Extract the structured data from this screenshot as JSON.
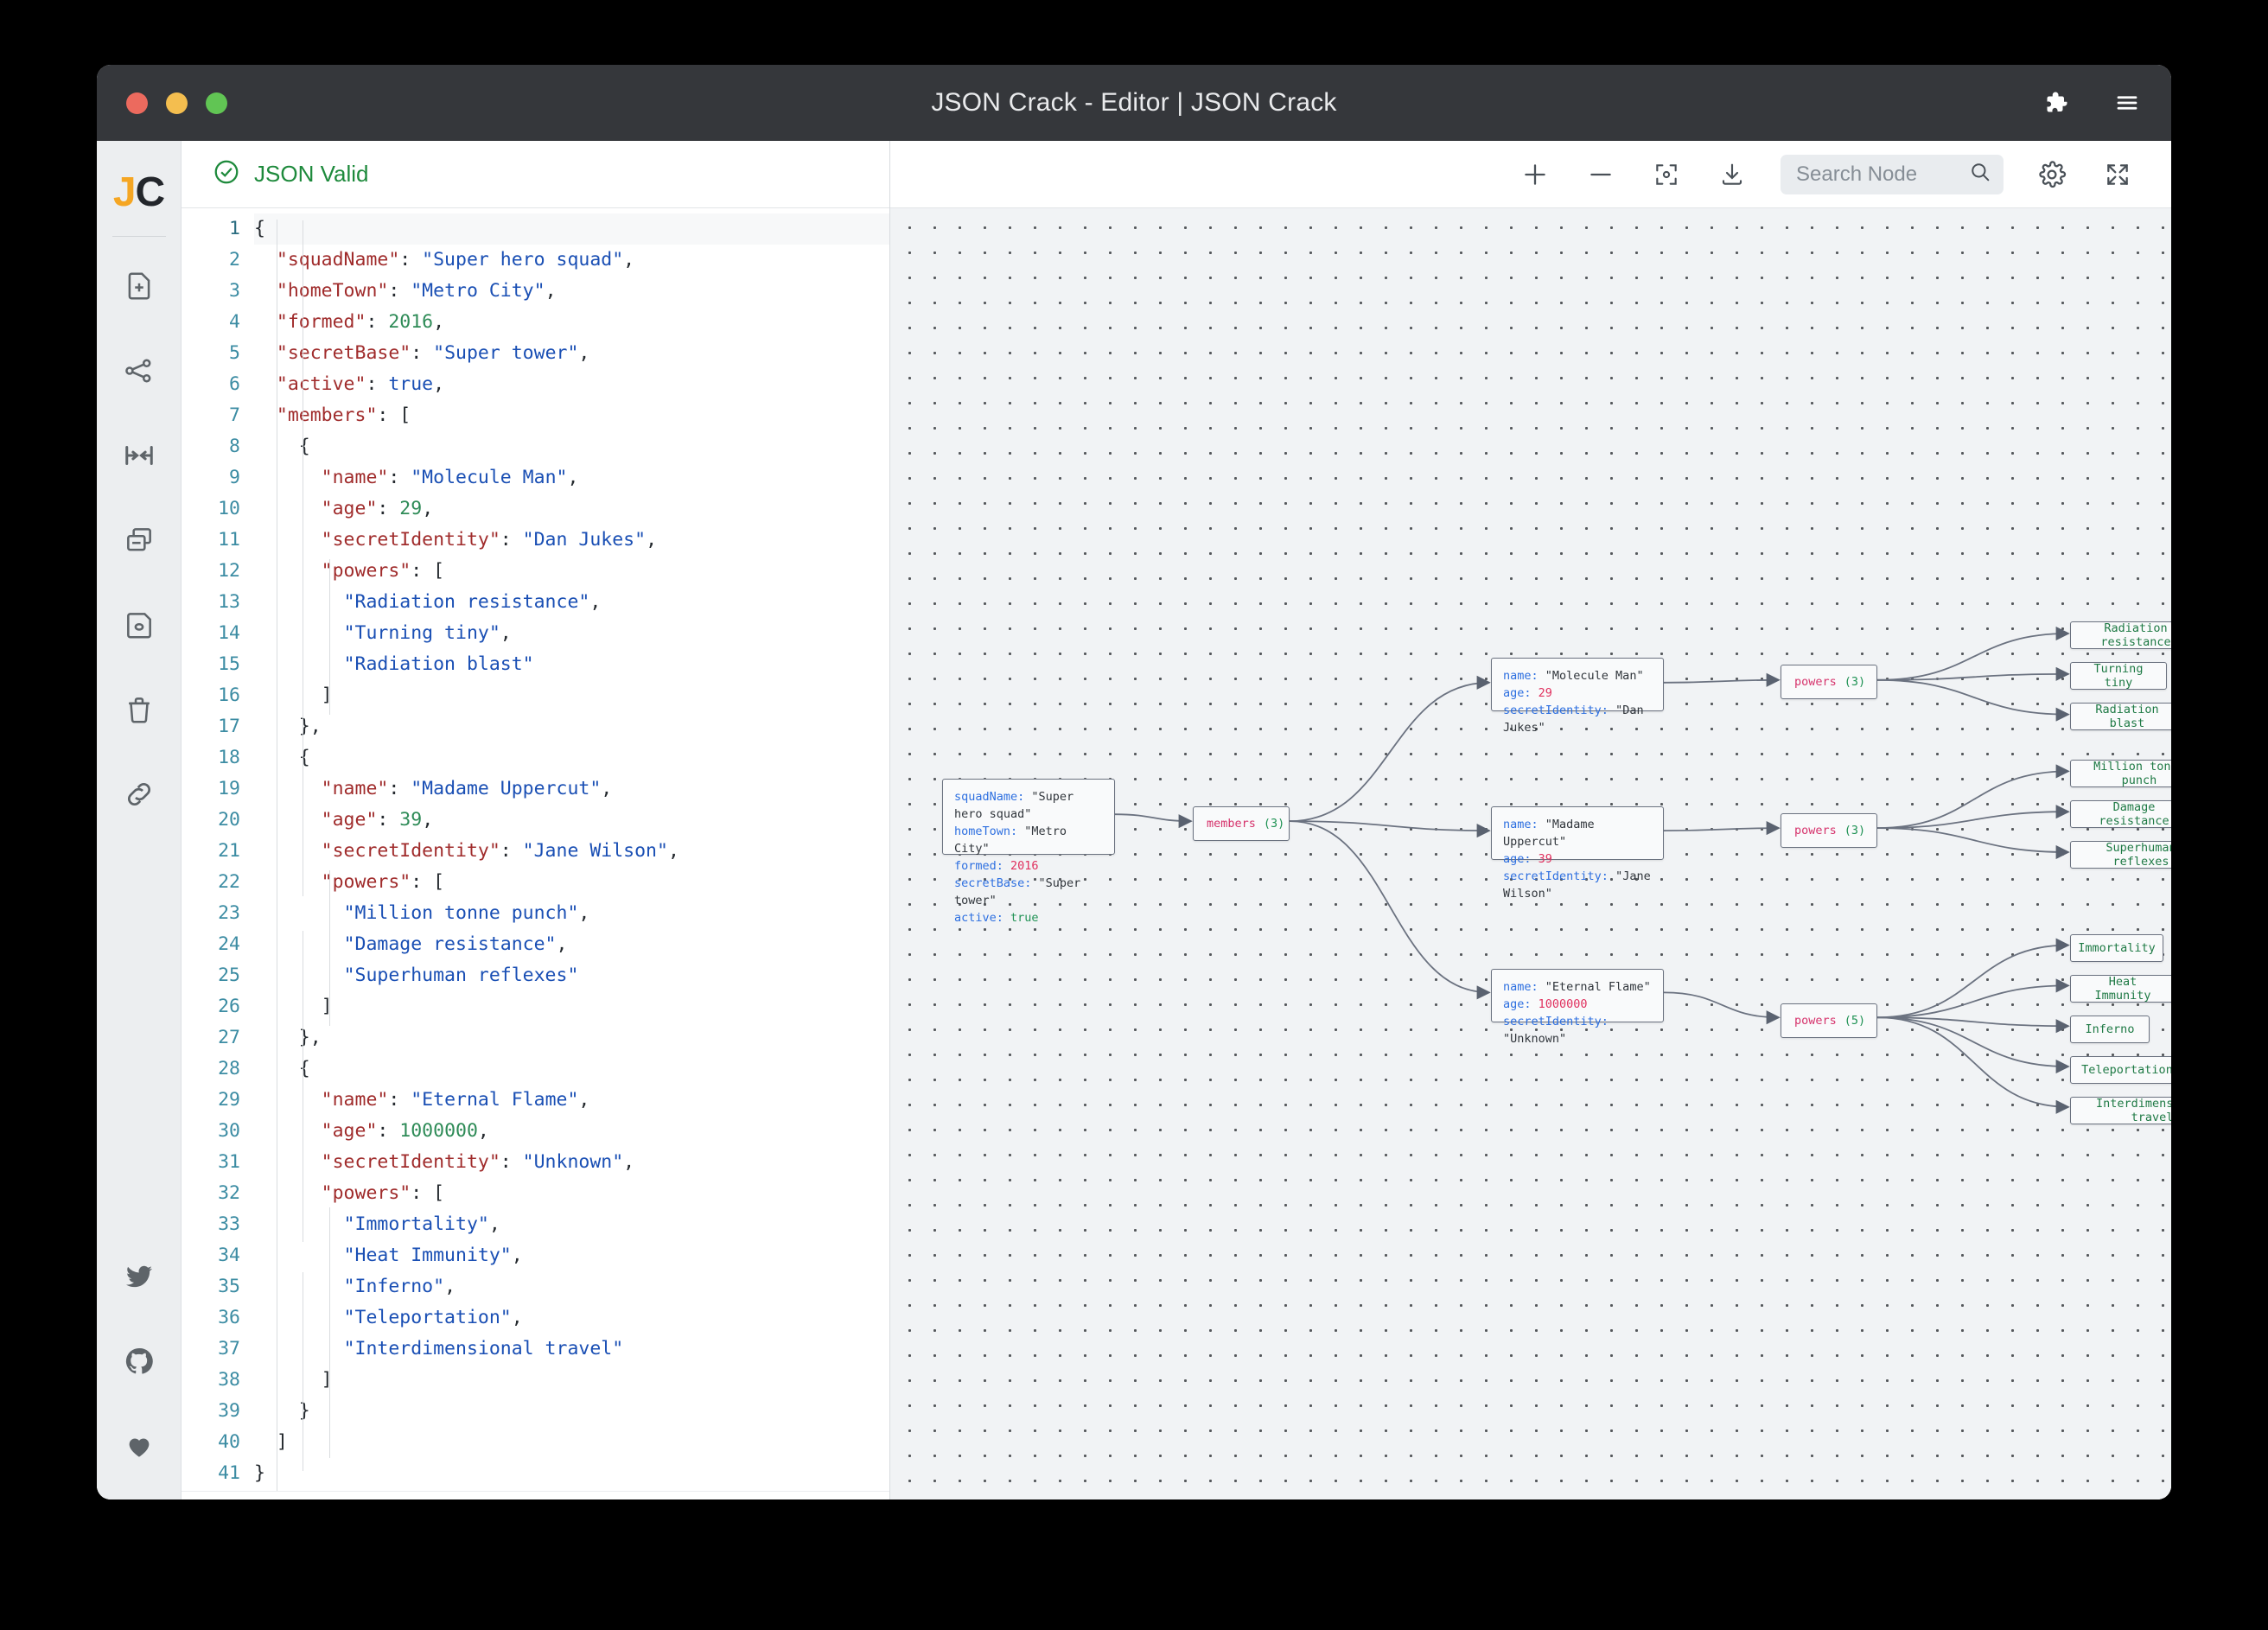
{
  "window": {
    "title": "JSON Crack - Editor | JSON Crack",
    "traffic": {
      "close": "close",
      "minimize": "minimize",
      "zoom": "zoom"
    },
    "extensions_label": "Extensions",
    "menu_label": "Menu"
  },
  "sidebar": {
    "logo": {
      "first": "J",
      "second": "C"
    },
    "items": [
      {
        "name": "new-document",
        "label": "New Document"
      },
      {
        "name": "share-graph",
        "label": "Share"
      },
      {
        "name": "collapse-expand",
        "label": "Collapse / Expand"
      },
      {
        "name": "duplicate-window",
        "label": "Duplicate"
      },
      {
        "name": "save-file",
        "label": "Save"
      },
      {
        "name": "delete-file",
        "label": "Delete"
      },
      {
        "name": "copy-link",
        "label": "Copy Link"
      }
    ],
    "social": [
      {
        "name": "twitter",
        "label": "Twitter"
      },
      {
        "name": "github",
        "label": "GitHub"
      },
      {
        "name": "sponsor",
        "label": "Sponsor"
      }
    ]
  },
  "editor": {
    "status": "JSON Valid",
    "status_icon": "check-circle-icon",
    "status_color": "#1e8a3c",
    "active_line": 1,
    "lines": [
      {
        "num": 1,
        "indent": 0,
        "tokens": [
          {
            "t": "p",
            "v": "{"
          }
        ]
      },
      {
        "num": 2,
        "indent": 1,
        "tokens": [
          {
            "t": "k",
            "v": "\"squadName\""
          },
          {
            "t": "p",
            "v": ": "
          },
          {
            "t": "s",
            "v": "\"Super hero squad\""
          },
          {
            "t": "p",
            "v": ","
          }
        ]
      },
      {
        "num": 3,
        "indent": 1,
        "tokens": [
          {
            "t": "k",
            "v": "\"homeTown\""
          },
          {
            "t": "p",
            "v": ": "
          },
          {
            "t": "s",
            "v": "\"Metro City\""
          },
          {
            "t": "p",
            "v": ","
          }
        ]
      },
      {
        "num": 4,
        "indent": 1,
        "tokens": [
          {
            "t": "k",
            "v": "\"formed\""
          },
          {
            "t": "p",
            "v": ": "
          },
          {
            "t": "n",
            "v": "2016"
          },
          {
            "t": "p",
            "v": ","
          }
        ]
      },
      {
        "num": 5,
        "indent": 1,
        "tokens": [
          {
            "t": "k",
            "v": "\"secretBase\""
          },
          {
            "t": "p",
            "v": ": "
          },
          {
            "t": "s",
            "v": "\"Super tower\""
          },
          {
            "t": "p",
            "v": ","
          }
        ]
      },
      {
        "num": 6,
        "indent": 1,
        "tokens": [
          {
            "t": "k",
            "v": "\"active\""
          },
          {
            "t": "p",
            "v": ": "
          },
          {
            "t": "b",
            "v": "true"
          },
          {
            "t": "p",
            "v": ","
          }
        ]
      },
      {
        "num": 7,
        "indent": 1,
        "tokens": [
          {
            "t": "k",
            "v": "\"members\""
          },
          {
            "t": "p",
            "v": ": ["
          }
        ]
      },
      {
        "num": 8,
        "indent": 2,
        "tokens": [
          {
            "t": "p",
            "v": "{"
          }
        ]
      },
      {
        "num": 9,
        "indent": 3,
        "tokens": [
          {
            "t": "k",
            "v": "\"name\""
          },
          {
            "t": "p",
            "v": ": "
          },
          {
            "t": "s",
            "v": "\"Molecule Man\""
          },
          {
            "t": "p",
            "v": ","
          }
        ]
      },
      {
        "num": 10,
        "indent": 3,
        "tokens": [
          {
            "t": "k",
            "v": "\"age\""
          },
          {
            "t": "p",
            "v": ": "
          },
          {
            "t": "n",
            "v": "29"
          },
          {
            "t": "p",
            "v": ","
          }
        ]
      },
      {
        "num": 11,
        "indent": 3,
        "tokens": [
          {
            "t": "k",
            "v": "\"secretIdentity\""
          },
          {
            "t": "p",
            "v": ": "
          },
          {
            "t": "s",
            "v": "\"Dan Jukes\""
          },
          {
            "t": "p",
            "v": ","
          }
        ]
      },
      {
        "num": 12,
        "indent": 3,
        "tokens": [
          {
            "t": "k",
            "v": "\"powers\""
          },
          {
            "t": "p",
            "v": ": ["
          }
        ]
      },
      {
        "num": 13,
        "indent": 4,
        "tokens": [
          {
            "t": "s",
            "v": "\"Radiation resistance\""
          },
          {
            "t": "p",
            "v": ","
          }
        ]
      },
      {
        "num": 14,
        "indent": 4,
        "tokens": [
          {
            "t": "s",
            "v": "\"Turning tiny\""
          },
          {
            "t": "p",
            "v": ","
          }
        ]
      },
      {
        "num": 15,
        "indent": 4,
        "tokens": [
          {
            "t": "s",
            "v": "\"Radiation blast\""
          }
        ]
      },
      {
        "num": 16,
        "indent": 3,
        "tokens": [
          {
            "t": "p",
            "v": "]"
          }
        ]
      },
      {
        "num": 17,
        "indent": 2,
        "tokens": [
          {
            "t": "p",
            "v": "},"
          }
        ]
      },
      {
        "num": 18,
        "indent": 2,
        "tokens": [
          {
            "t": "p",
            "v": "{"
          }
        ]
      },
      {
        "num": 19,
        "indent": 3,
        "tokens": [
          {
            "t": "k",
            "v": "\"name\""
          },
          {
            "t": "p",
            "v": ": "
          },
          {
            "t": "s",
            "v": "\"Madame Uppercut\""
          },
          {
            "t": "p",
            "v": ","
          }
        ]
      },
      {
        "num": 20,
        "indent": 3,
        "tokens": [
          {
            "t": "k",
            "v": "\"age\""
          },
          {
            "t": "p",
            "v": ": "
          },
          {
            "t": "n",
            "v": "39"
          },
          {
            "t": "p",
            "v": ","
          }
        ]
      },
      {
        "num": 21,
        "indent": 3,
        "tokens": [
          {
            "t": "k",
            "v": "\"secretIdentity\""
          },
          {
            "t": "p",
            "v": ": "
          },
          {
            "t": "s",
            "v": "\"Jane Wilson\""
          },
          {
            "t": "p",
            "v": ","
          }
        ]
      },
      {
        "num": 22,
        "indent": 3,
        "tokens": [
          {
            "t": "k",
            "v": "\"powers\""
          },
          {
            "t": "p",
            "v": ": ["
          }
        ]
      },
      {
        "num": 23,
        "indent": 4,
        "tokens": [
          {
            "t": "s",
            "v": "\"Million tonne punch\""
          },
          {
            "t": "p",
            "v": ","
          }
        ]
      },
      {
        "num": 24,
        "indent": 4,
        "tokens": [
          {
            "t": "s",
            "v": "\"Damage resistance\""
          },
          {
            "t": "p",
            "v": ","
          }
        ]
      },
      {
        "num": 25,
        "indent": 4,
        "tokens": [
          {
            "t": "s",
            "v": "\"Superhuman reflexes\""
          }
        ]
      },
      {
        "num": 26,
        "indent": 3,
        "tokens": [
          {
            "t": "p",
            "v": "]"
          }
        ]
      },
      {
        "num": 27,
        "indent": 2,
        "tokens": [
          {
            "t": "p",
            "v": "},"
          }
        ]
      },
      {
        "num": 28,
        "indent": 2,
        "tokens": [
          {
            "t": "p",
            "v": "{"
          }
        ]
      },
      {
        "num": 29,
        "indent": 3,
        "tokens": [
          {
            "t": "k",
            "v": "\"name\""
          },
          {
            "t": "p",
            "v": ": "
          },
          {
            "t": "s",
            "v": "\"Eternal Flame\""
          },
          {
            "t": "p",
            "v": ","
          }
        ]
      },
      {
        "num": 30,
        "indent": 3,
        "tokens": [
          {
            "t": "k",
            "v": "\"age\""
          },
          {
            "t": "p",
            "v": ": "
          },
          {
            "t": "n",
            "v": "1000000"
          },
          {
            "t": "p",
            "v": ","
          }
        ]
      },
      {
        "num": 31,
        "indent": 3,
        "tokens": [
          {
            "t": "k",
            "v": "\"secretIdentity\""
          },
          {
            "t": "p",
            "v": ": "
          },
          {
            "t": "s",
            "v": "\"Unknown\""
          },
          {
            "t": "p",
            "v": ","
          }
        ]
      },
      {
        "num": 32,
        "indent": 3,
        "tokens": [
          {
            "t": "k",
            "v": "\"powers\""
          },
          {
            "t": "p",
            "v": ": ["
          }
        ]
      },
      {
        "num": 33,
        "indent": 4,
        "tokens": [
          {
            "t": "s",
            "v": "\"Immortality\""
          },
          {
            "t": "p",
            "v": ","
          }
        ]
      },
      {
        "num": 34,
        "indent": 4,
        "tokens": [
          {
            "t": "s",
            "v": "\"Heat Immunity\""
          },
          {
            "t": "p",
            "v": ","
          }
        ]
      },
      {
        "num": 35,
        "indent": 4,
        "tokens": [
          {
            "t": "s",
            "v": "\"Inferno\""
          },
          {
            "t": "p",
            "v": ","
          }
        ]
      },
      {
        "num": 36,
        "indent": 4,
        "tokens": [
          {
            "t": "s",
            "v": "\"Teleportation\""
          },
          {
            "t": "p",
            "v": ","
          }
        ]
      },
      {
        "num": 37,
        "indent": 4,
        "tokens": [
          {
            "t": "s",
            "v": "\"Interdimensional travel\""
          }
        ]
      },
      {
        "num": 38,
        "indent": 3,
        "tokens": [
          {
            "t": "p",
            "v": "]"
          }
        ]
      },
      {
        "num": 39,
        "indent": 2,
        "tokens": [
          {
            "t": "p",
            "v": "}"
          }
        ]
      },
      {
        "num": 40,
        "indent": 1,
        "tokens": [
          {
            "t": "p",
            "v": "]"
          }
        ]
      },
      {
        "num": 41,
        "indent": 0,
        "tokens": [
          {
            "t": "p",
            "v": "}"
          }
        ]
      }
    ]
  },
  "toolbar": {
    "zoom_in_label": "Zoom In",
    "zoom_out_label": "Zoom Out",
    "center_label": "Center View",
    "download_label": "Download",
    "settings_label": "Settings",
    "fullscreen_label": "Fullscreen",
    "search": {
      "placeholder": "Search Node",
      "value": ""
    }
  },
  "graph": {
    "root": {
      "rows": [
        {
          "key": "squadName",
          "type": "string",
          "value": "\"Super hero squad\""
        },
        {
          "key": "homeTown",
          "type": "string",
          "value": "\"Metro City\""
        },
        {
          "key": "formed",
          "type": "number",
          "value": "2016"
        },
        {
          "key": "secretBase",
          "type": "string",
          "value": "\"Super tower\""
        },
        {
          "key": "active",
          "type": "boolean",
          "value": "true"
        }
      ]
    },
    "members_node": {
      "label": "members",
      "count": "(3)",
      "chip_icon": "link-icon"
    },
    "members": [
      {
        "rows": [
          {
            "key": "name",
            "type": "string",
            "value": "\"Molecule Man\""
          },
          {
            "key": "age",
            "type": "number",
            "value": "29"
          },
          {
            "key": "secretIdentity",
            "type": "string",
            "value": "\"Dan Jukes\""
          }
        ],
        "powers_node": {
          "label": "powers",
          "count": "(3)",
          "chip_icon": "link-icon"
        },
        "powers": [
          "Radiation resistance",
          "Turning tiny",
          "Radiation blast"
        ]
      },
      {
        "rows": [
          {
            "key": "name",
            "type": "string",
            "value": "\"Madame Uppercut\""
          },
          {
            "key": "age",
            "type": "number",
            "value": "39"
          },
          {
            "key": "secretIdentity",
            "type": "string",
            "value": "\"Jane Wilson\""
          }
        ],
        "powers_node": {
          "label": "powers",
          "count": "(3)",
          "chip_icon": "link-icon"
        },
        "powers": [
          "Million tonne punch",
          "Damage resistance",
          "Superhuman reflexes"
        ]
      },
      {
        "rows": [
          {
            "key": "name",
            "type": "string",
            "value": "\"Eternal Flame\""
          },
          {
            "key": "age",
            "type": "number",
            "value": "1000000"
          },
          {
            "key": "secretIdentity",
            "type": "string",
            "value": "\"Unknown\""
          }
        ],
        "powers_node": {
          "label": "powers",
          "count": "(5)",
          "chip_icon": "link-icon"
        },
        "powers": [
          "Immortality",
          "Heat Immunity",
          "Inferno",
          "Teleportation",
          "Interdimensional travel"
        ]
      }
    ]
  },
  "colors": {
    "brand_orange": "#f5a623",
    "valid_green": "#1e8a3c",
    "node_key_blue": "#2d6fe0",
    "node_number_pink": "#e0305e",
    "node_bool_green": "#1f9254",
    "node_leaf_green": "#1f7a45",
    "parent_label_pink": "#d6336c",
    "canvas_bg": "#f1f3f5",
    "titlebar_bg": "#35373b"
  }
}
